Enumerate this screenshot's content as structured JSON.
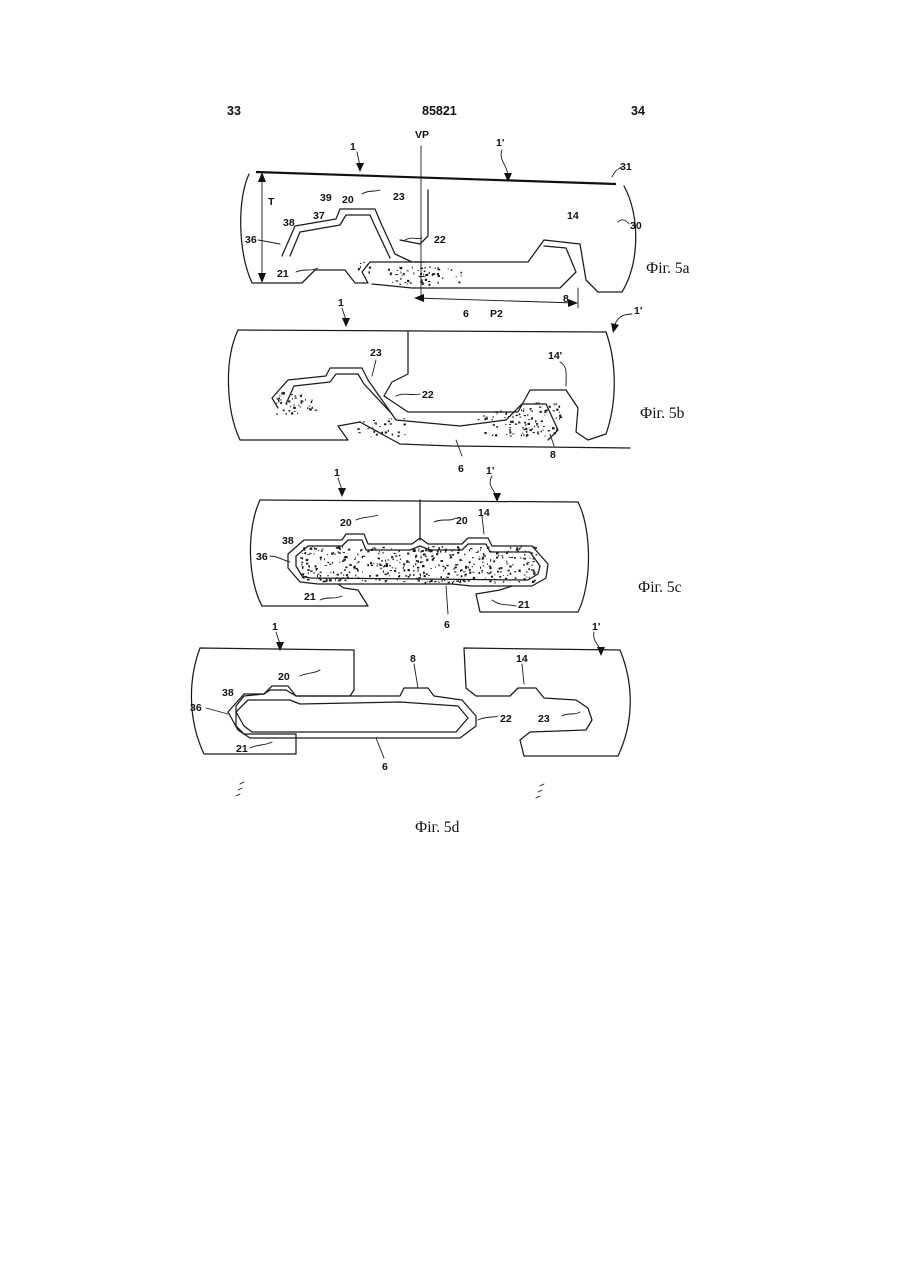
{
  "header": {
    "page_left": "33",
    "patent_number": "85821",
    "page_right": "34"
  },
  "fig5a": {
    "caption": "Фіг. 5a",
    "labels": {
      "l1": "1",
      "l1p": "1'",
      "vp": "VP",
      "l31": "31",
      "l30": "30",
      "lT": "T",
      "l39": "39",
      "l20": "20",
      "l23": "23",
      "l37": "37",
      "l38": "38",
      "l14": "14",
      "l36": "36",
      "l22": "22",
      "l21": "21",
      "l8": "8",
      "l6": "6",
      "lP2": "P2"
    }
  },
  "fig5b": {
    "caption": "Фіг. 5b",
    "labels": {
      "l1": "1",
      "l1p": "1'",
      "l23": "23",
      "l14p": "14'",
      "l22": "22",
      "l6": "6",
      "l8": "8"
    }
  },
  "fig5c": {
    "caption": "Фіг. 5c",
    "labels": {
      "l1": "1",
      "l1p": "1'",
      "l20a": "20",
      "l20b": "20",
      "l14": "14",
      "l38": "38",
      "l36": "36",
      "l21a": "21",
      "l21b": "21",
      "l6": "6"
    }
  },
  "fig5d": {
    "caption": "Фіг. 5d",
    "labels": {
      "l1": "1",
      "l1p": "1'",
      "l8": "8",
      "l20": "20",
      "l14": "14",
      "l38": "38",
      "l36": "36",
      "l22": "22",
      "l23": "23",
      "l21": "21",
      "l6": "6"
    }
  },
  "colors": {
    "ink": "#1a1a1a",
    "paper": "#ffffff"
  }
}
